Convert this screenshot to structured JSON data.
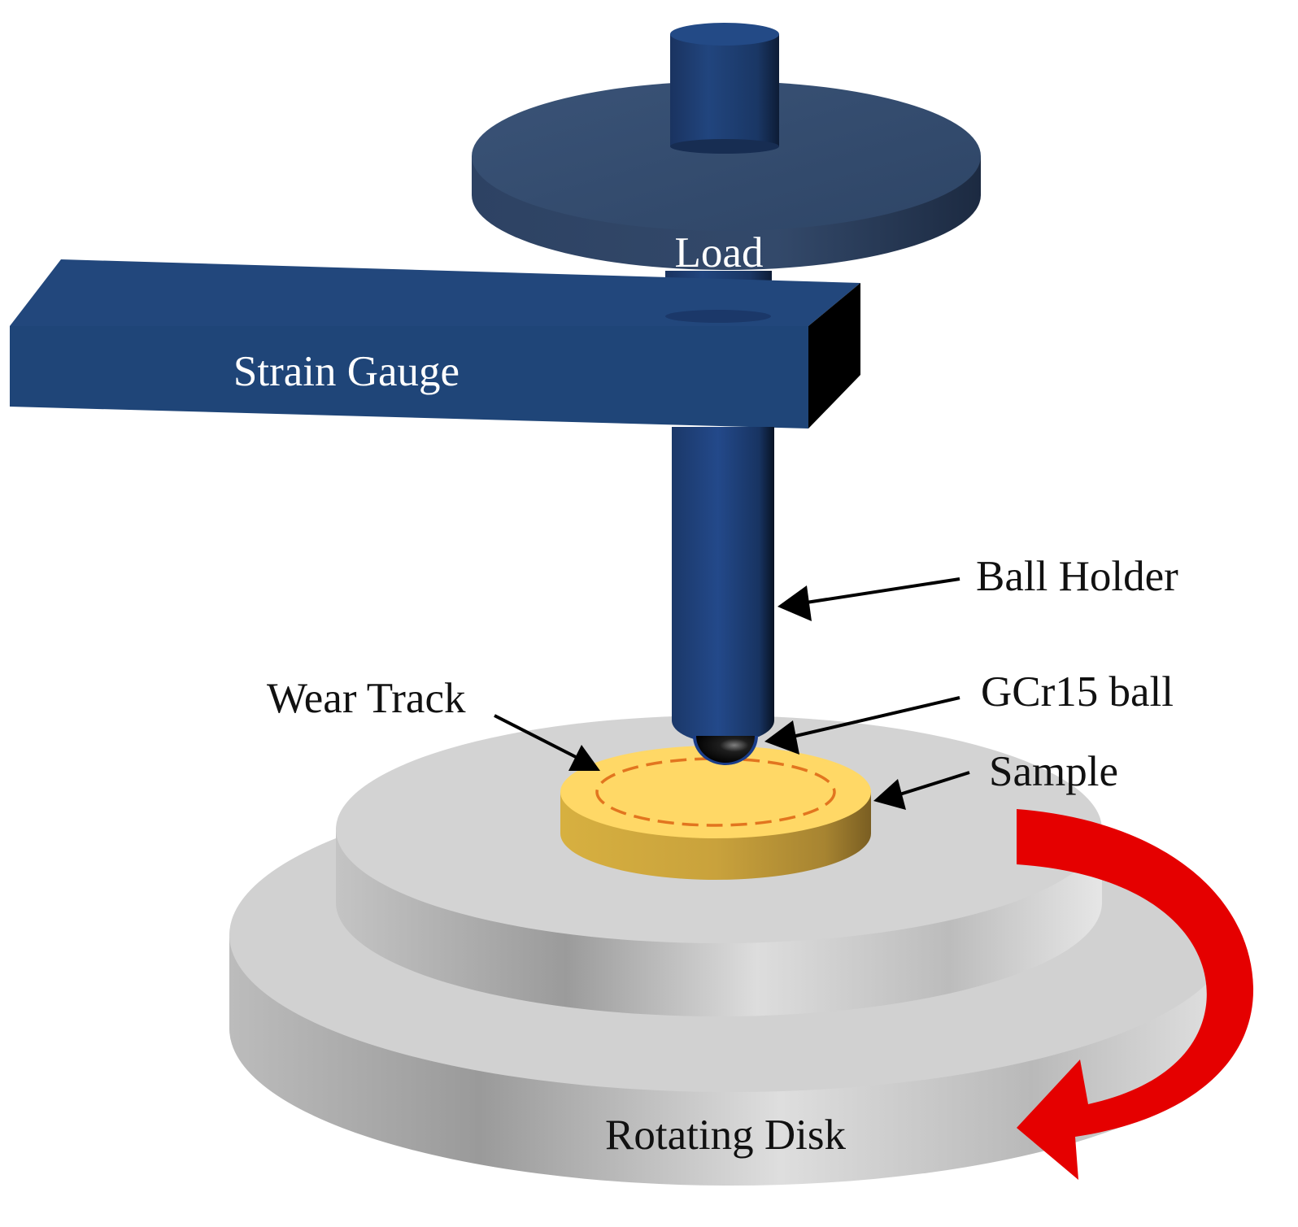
{
  "labels": {
    "load": "Load",
    "strain_gauge": "Strain Gauge",
    "ball_holder": "Ball Holder",
    "wear_track": "Wear Track",
    "ball": "GCr15 ball",
    "sample": "Sample",
    "rotating_disk": "Rotating Disk"
  },
  "colors": {
    "apparatus_blue": "#1f4478",
    "load_plate": "#33496a",
    "disk_gray": "#cfcfcf",
    "sample_gold": "#ffd65a",
    "wear_track_dashed": "#e2751f",
    "rotation_arrow": "#e50000",
    "pointer_arrow": "#000000"
  }
}
